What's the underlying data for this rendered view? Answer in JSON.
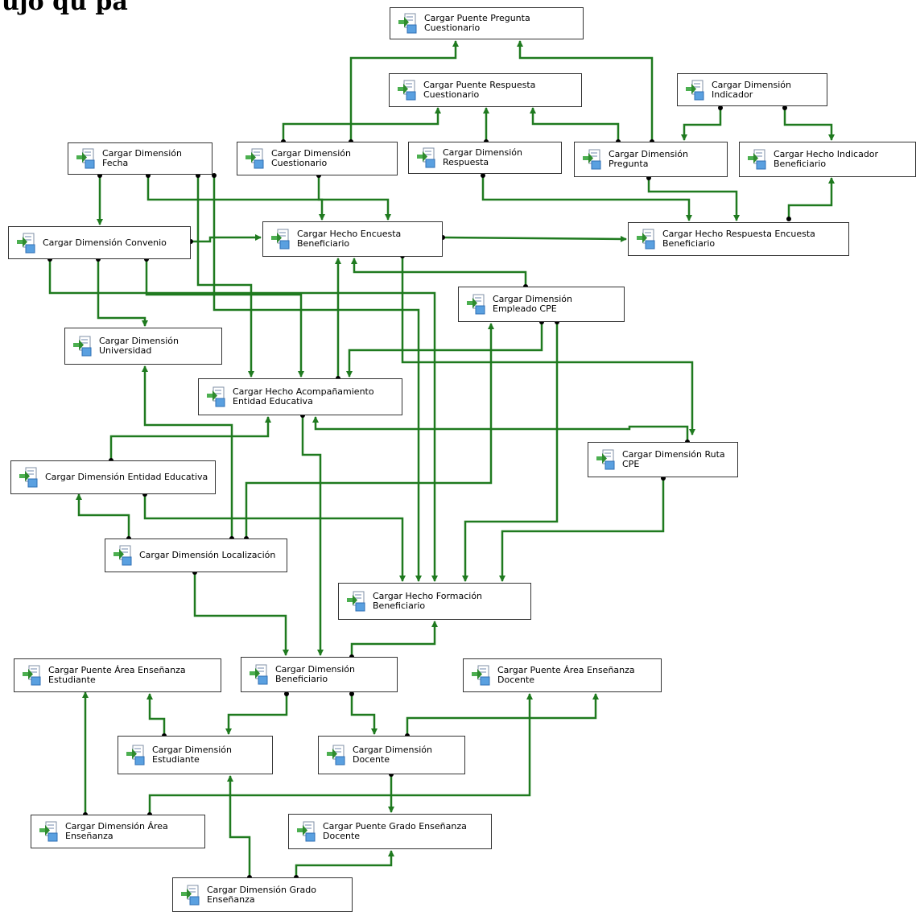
{
  "heading": "ujo qu pa",
  "colors": {
    "connector": "#1f7a1f",
    "node_border": "#333333"
  },
  "icon": "package-task-icon",
  "tasks": [
    {
      "id": "n1",
      "label": "Cargar Puente Pregunta Cuestionario"
    },
    {
      "id": "n2",
      "label": "Cargar Puente Respuesta Cuestionario"
    },
    {
      "id": "n3",
      "label": "Cargar Dimensión Indicador"
    },
    {
      "id": "n4",
      "label": "Cargar Dimensión Fecha"
    },
    {
      "id": "n5",
      "label": "Cargar Dimensión Cuestionario"
    },
    {
      "id": "n6",
      "label": "Cargar Dimensión Respuesta"
    },
    {
      "id": "n7",
      "label": "Cargar Dimensión Pregunta"
    },
    {
      "id": "n8",
      "label": "Cargar Hecho Indicador Beneficiario"
    },
    {
      "id": "n9",
      "label": "Cargar Dimensión Convenio"
    },
    {
      "id": "n10",
      "label": "Cargar Hecho Encuesta Beneficiario"
    },
    {
      "id": "n11",
      "label": "Cargar Hecho Respuesta Encuesta Beneficiario"
    },
    {
      "id": "n12",
      "label": "Cargar Dimensión Empleado CPE"
    },
    {
      "id": "n13",
      "label": "Cargar Dimensión Universidad"
    },
    {
      "id": "n14",
      "label": "Cargar Hecho Acompañamiento Entidad Educativa"
    },
    {
      "id": "n15",
      "label": "Cargar Dimensión Entidad Educativa"
    },
    {
      "id": "n16",
      "label": "Cargar Dimensión Ruta CPE"
    },
    {
      "id": "n17",
      "label": "Cargar Dimensión Localización"
    },
    {
      "id": "n18",
      "label": "Cargar Hecho Formación Beneficiario"
    },
    {
      "id": "n19",
      "label": "Cargar Puente Área Enseñanza Estudiante"
    },
    {
      "id": "n20",
      "label": "Cargar Dimensión Beneficiario"
    },
    {
      "id": "n21",
      "label": "Cargar Puente Área Enseñanza Docente"
    },
    {
      "id": "n22",
      "label": "Cargar Dimensión Estudiante"
    },
    {
      "id": "n23",
      "label": "Cargar Dimensión Docente"
    },
    {
      "id": "n24",
      "label": "Cargar Dimensión Área Enseñanza"
    },
    {
      "id": "n25",
      "label": "Cargar Puente Grado Enseñanza Docente"
    },
    {
      "id": "n26",
      "label": "Cargar Dimensión Grado Enseñanza"
    }
  ],
  "connectors": [
    {
      "from": "n5",
      "to": "n1"
    },
    {
      "from": "n7",
      "to": "n1"
    },
    {
      "from": "n5",
      "to": "n2"
    },
    {
      "from": "n6",
      "to": "n2"
    },
    {
      "from": "n7",
      "to": "n2"
    },
    {
      "from": "n3",
      "to": "n7"
    },
    {
      "from": "n3",
      "to": "n8"
    },
    {
      "from": "n4",
      "to": "n9"
    },
    {
      "from": "n4",
      "to": "n10"
    },
    {
      "from": "n5",
      "to": "n10"
    },
    {
      "from": "n9",
      "to": "n10"
    },
    {
      "from": "n10",
      "to": "n11"
    },
    {
      "from": "n6",
      "to": "n11"
    },
    {
      "from": "n7",
      "to": "n11"
    },
    {
      "from": "n11",
      "to": "n8"
    },
    {
      "from": "n9",
      "to": "n13"
    },
    {
      "from": "n9",
      "to": "n14"
    },
    {
      "from": "n4",
      "to": "n14"
    },
    {
      "from": "n12",
      "to": "n14"
    },
    {
      "from": "n15",
      "to": "n14"
    },
    {
      "from": "n16",
      "to": "n14"
    },
    {
      "from": "n12",
      "to": "n10"
    },
    {
      "from": "n17",
      "to": "n13"
    },
    {
      "from": "n17",
      "to": "n15"
    },
    {
      "from": "n17",
      "to": "n12"
    },
    {
      "from": "n15",
      "to": "n18"
    },
    {
      "from": "n4",
      "to": "n18"
    },
    {
      "from": "n9",
      "to": "n18"
    },
    {
      "from": "n10",
      "to": "n18"
    },
    {
      "from": "n12",
      "to": "n18"
    },
    {
      "from": "n16",
      "to": "n18"
    },
    {
      "from": "n17",
      "to": "n20"
    },
    {
      "from": "n14",
      "to": "n20"
    },
    {
      "from": "n20",
      "to": "n18"
    },
    {
      "from": "n20",
      "to": "n22"
    },
    {
      "from": "n20",
      "to": "n23"
    },
    {
      "from": "n22",
      "to": "n19"
    },
    {
      "from": "n23",
      "to": "n21"
    },
    {
      "from": "n23",
      "to": "n25"
    },
    {
      "from": "n24",
      "to": "n19"
    },
    {
      "from": "n24",
      "to": "n21"
    },
    {
      "from": "n26",
      "to": "n22"
    },
    {
      "from": "n26",
      "to": "n25"
    }
  ]
}
